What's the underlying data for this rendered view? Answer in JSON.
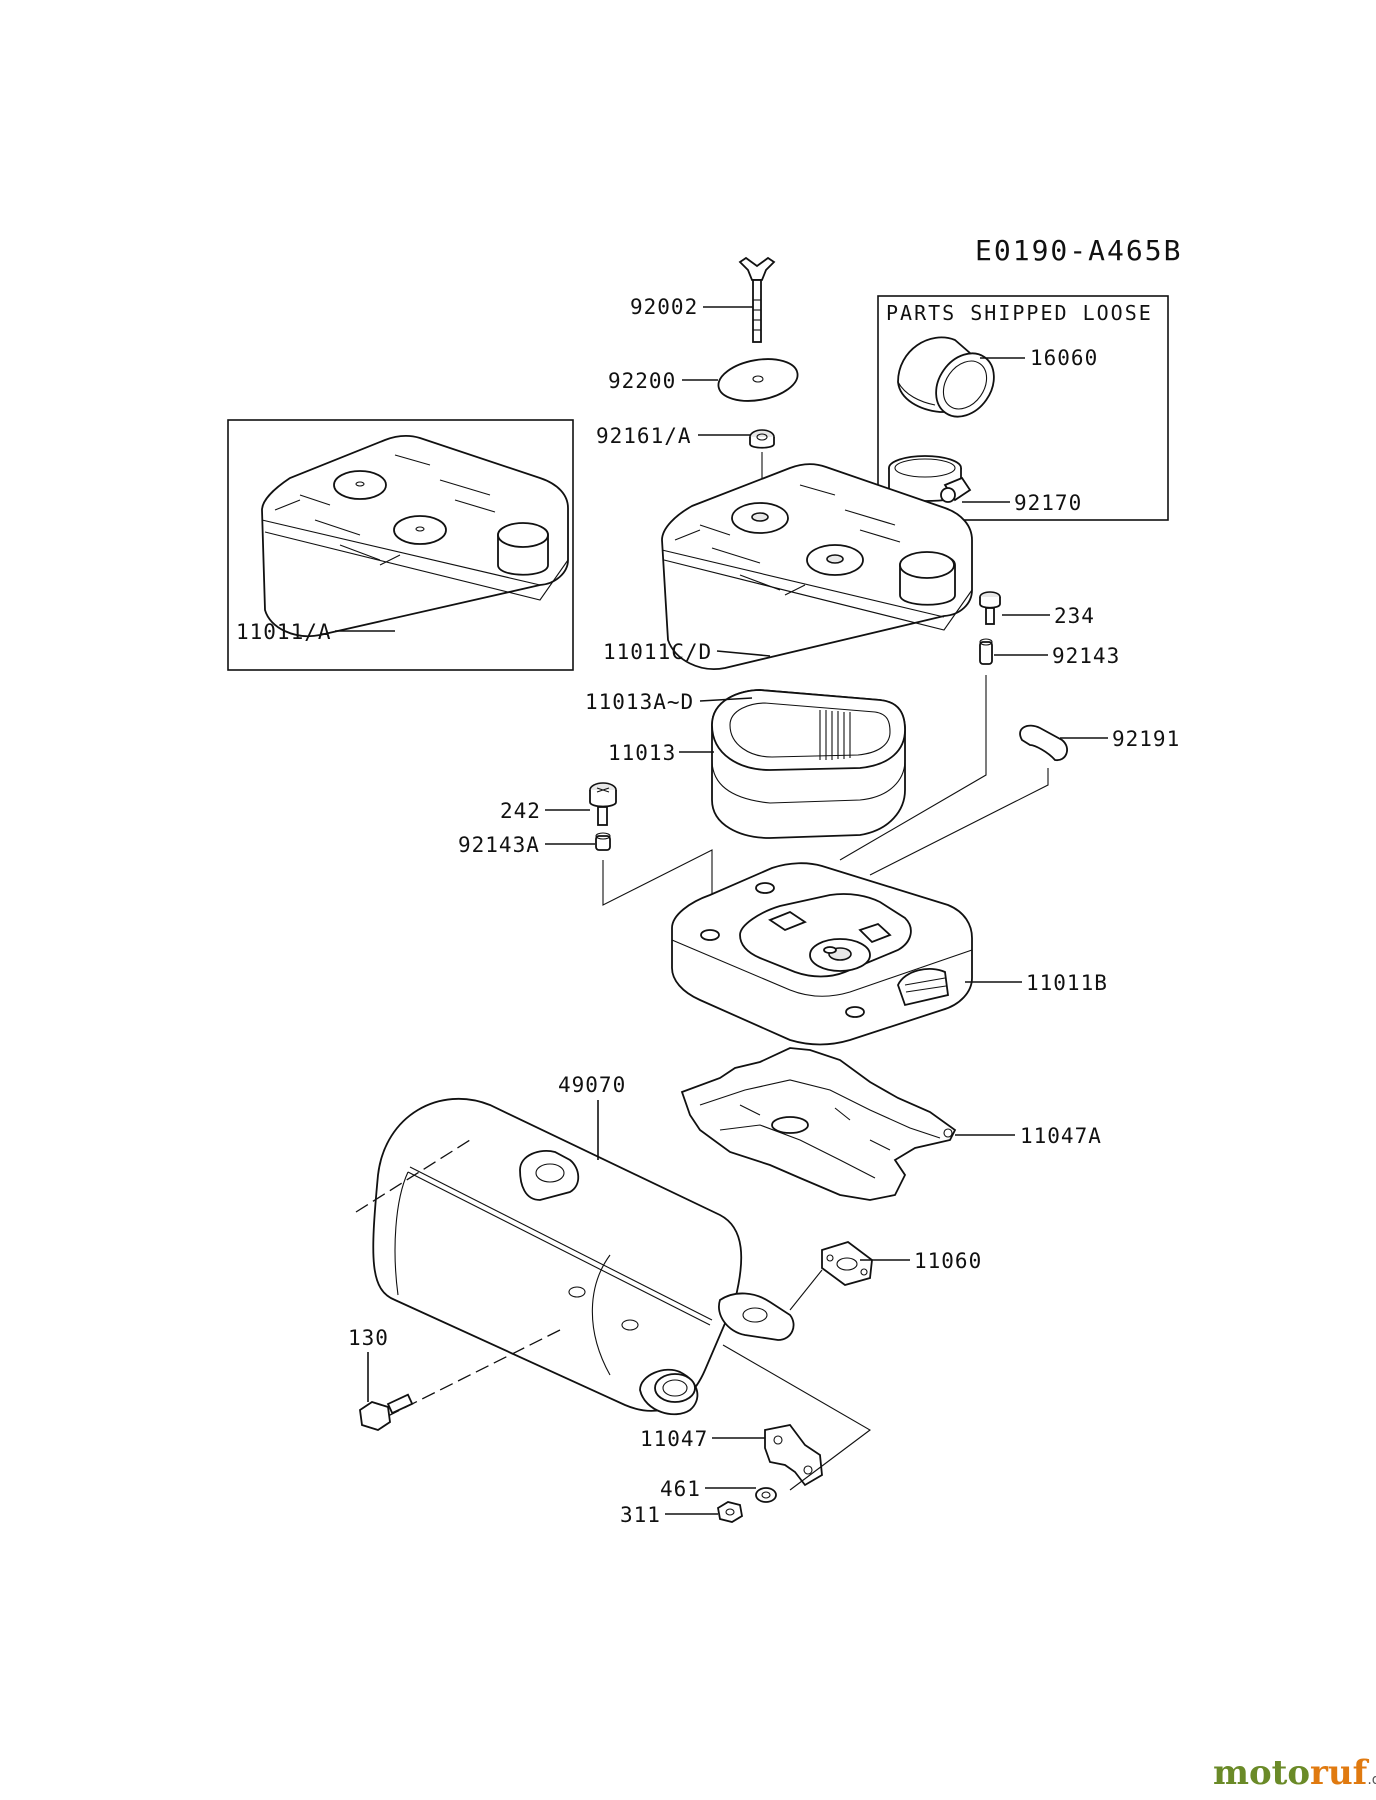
{
  "diagram_code": "E0190-A465B",
  "loose_box_title": "PARTS SHIPPED LOOSE",
  "labels": {
    "p92002": "92002",
    "p92200": "92200",
    "p92161A": "92161/A",
    "p16060": "16060",
    "p92170": "92170",
    "p11011A": "11011/A",
    "p11011CD": "11011C/D",
    "p234": "234",
    "p92143": "92143",
    "p11013AD": "11013A~D",
    "p11013": "11013",
    "p92191": "92191",
    "p242": "242",
    "p92143A": "92143A",
    "p11011B": "11011B",
    "p49070": "49070",
    "p11047A": "11047A",
    "p11060": "11060",
    "p130": "130",
    "p11047": "11047",
    "p461": "461",
    "p311": "311"
  },
  "watermark": {
    "part1": "moto",
    "part2": "ruf",
    "suffix": ".de"
  }
}
